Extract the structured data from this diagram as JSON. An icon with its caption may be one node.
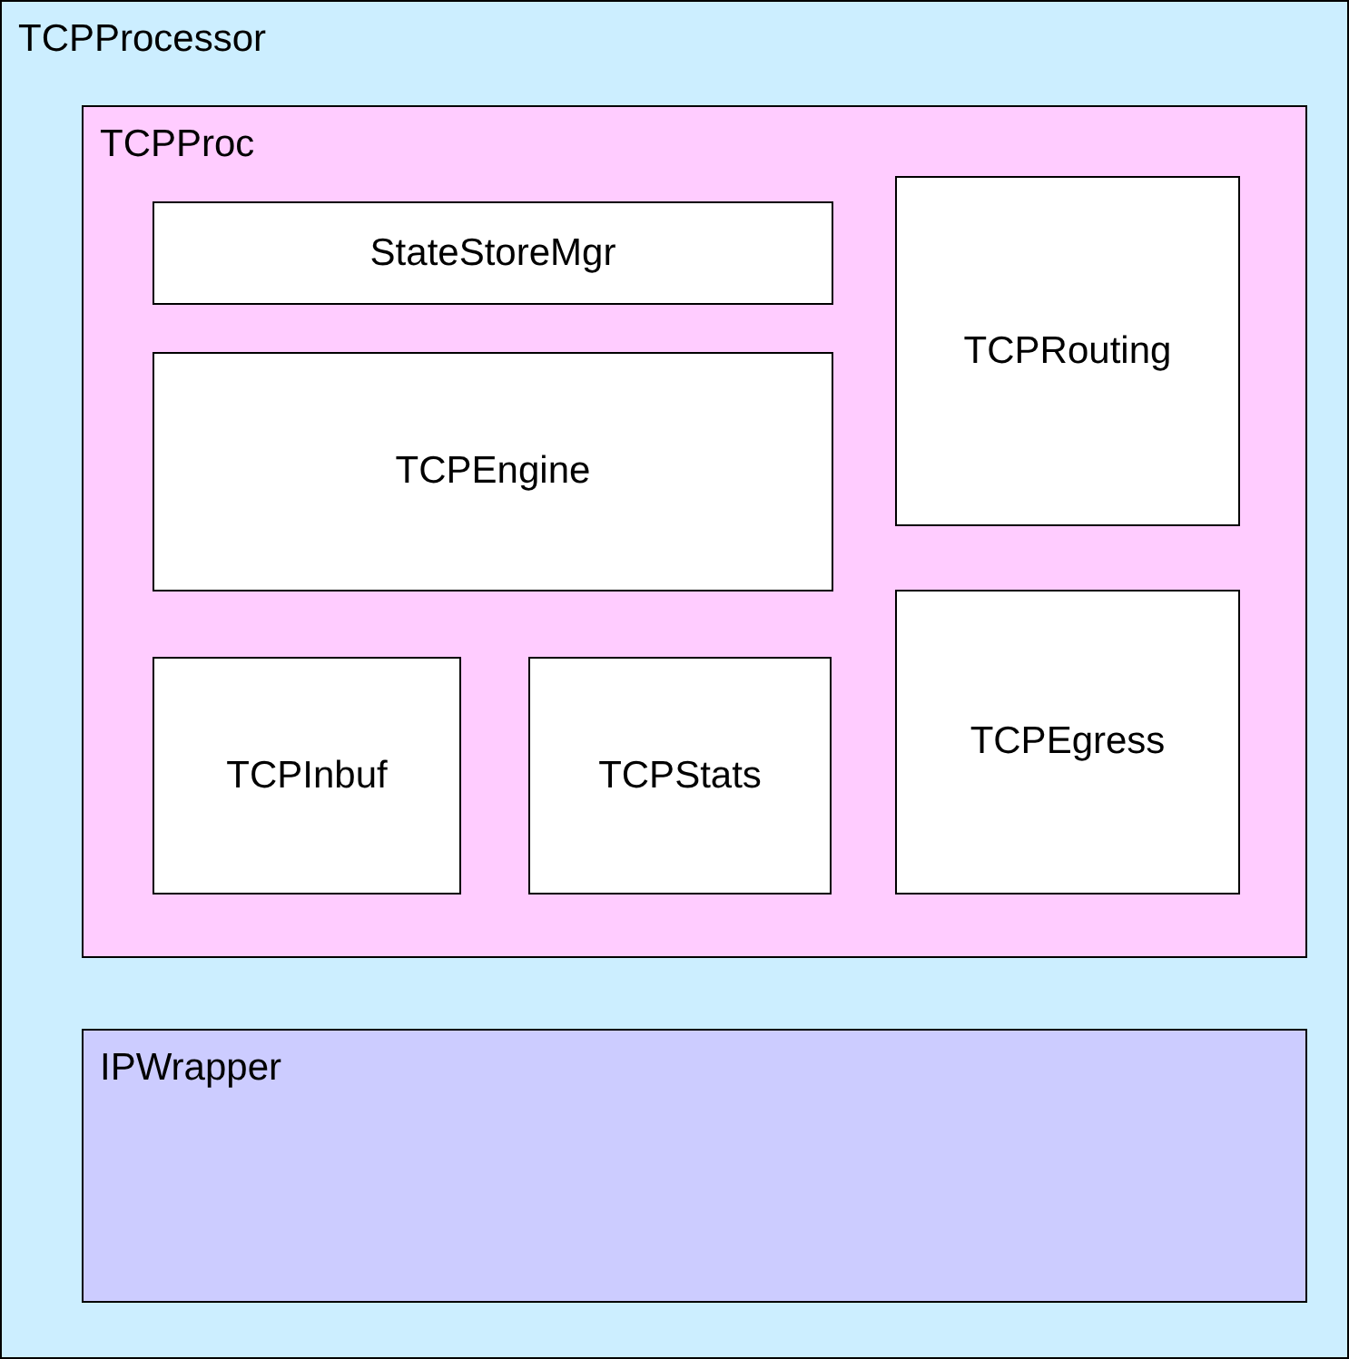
{
  "diagram": {
    "nodes": [
      {
        "text": [
          "TCPProcessor"
        ]
      },
      {
        "text": [
          "TCPProc"
        ],
        "in": 0
      },
      {
        "text": [
          "StateStoreMgr"
        ],
        "in": 1
      },
      {
        "text": [
          "TCPRouting"
        ],
        "in": 1
      },
      {
        "text": [
          "TCPEngine"
        ],
        "in": 1
      },
      {
        "text": [
          "TCPInbuf"
        ],
        "in": 1
      },
      {
        "text": [
          "TCPStats"
        ],
        "in": 1
      },
      {
        "text": [
          "TCPEgress"
        ],
        "in": 1
      },
      {
        "text": [
          "IPWrapper"
        ],
        "in": 0
      }
    ]
  }
}
